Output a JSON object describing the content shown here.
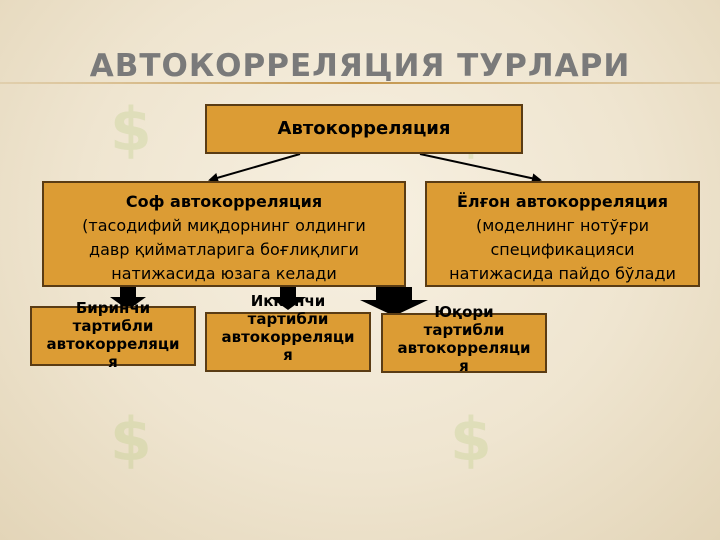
{
  "slide": {
    "title": "АВТОКОРРЕЛЯЦИЯ ТУРЛАРИ"
  },
  "diagram": {
    "root": "Автокорреляция",
    "left": {
      "heading": "Соф автокорреляция",
      "lines": [
        "(тасодифий миқдорнинг олдинги",
        "давр қийматларига боғлиқлиги",
        "натижасида юзага келади"
      ]
    },
    "right": {
      "heading": "Ёлғон автокорреляция",
      "lines": [
        "(моделнинг нотўғри",
        "спецификацияси",
        "натижасида пайдо бўлади"
      ]
    },
    "orders": [
      {
        "lines": [
          "Биринчи",
          "тартибли",
          "автокорреляци",
          "я"
        ]
      },
      {
        "lines": [
          "Иккинчи",
          "тартибли",
          "автокорреляци",
          "я"
        ]
      },
      {
        "lines": [
          "Юқори",
          "тартибли",
          "автокорреляци",
          "я"
        ]
      }
    ]
  },
  "colors": {
    "box_fill": "#dc9c34",
    "box_border": "#5a3c14",
    "title": "#7a7a7a",
    "watermark": "#96be50"
  }
}
